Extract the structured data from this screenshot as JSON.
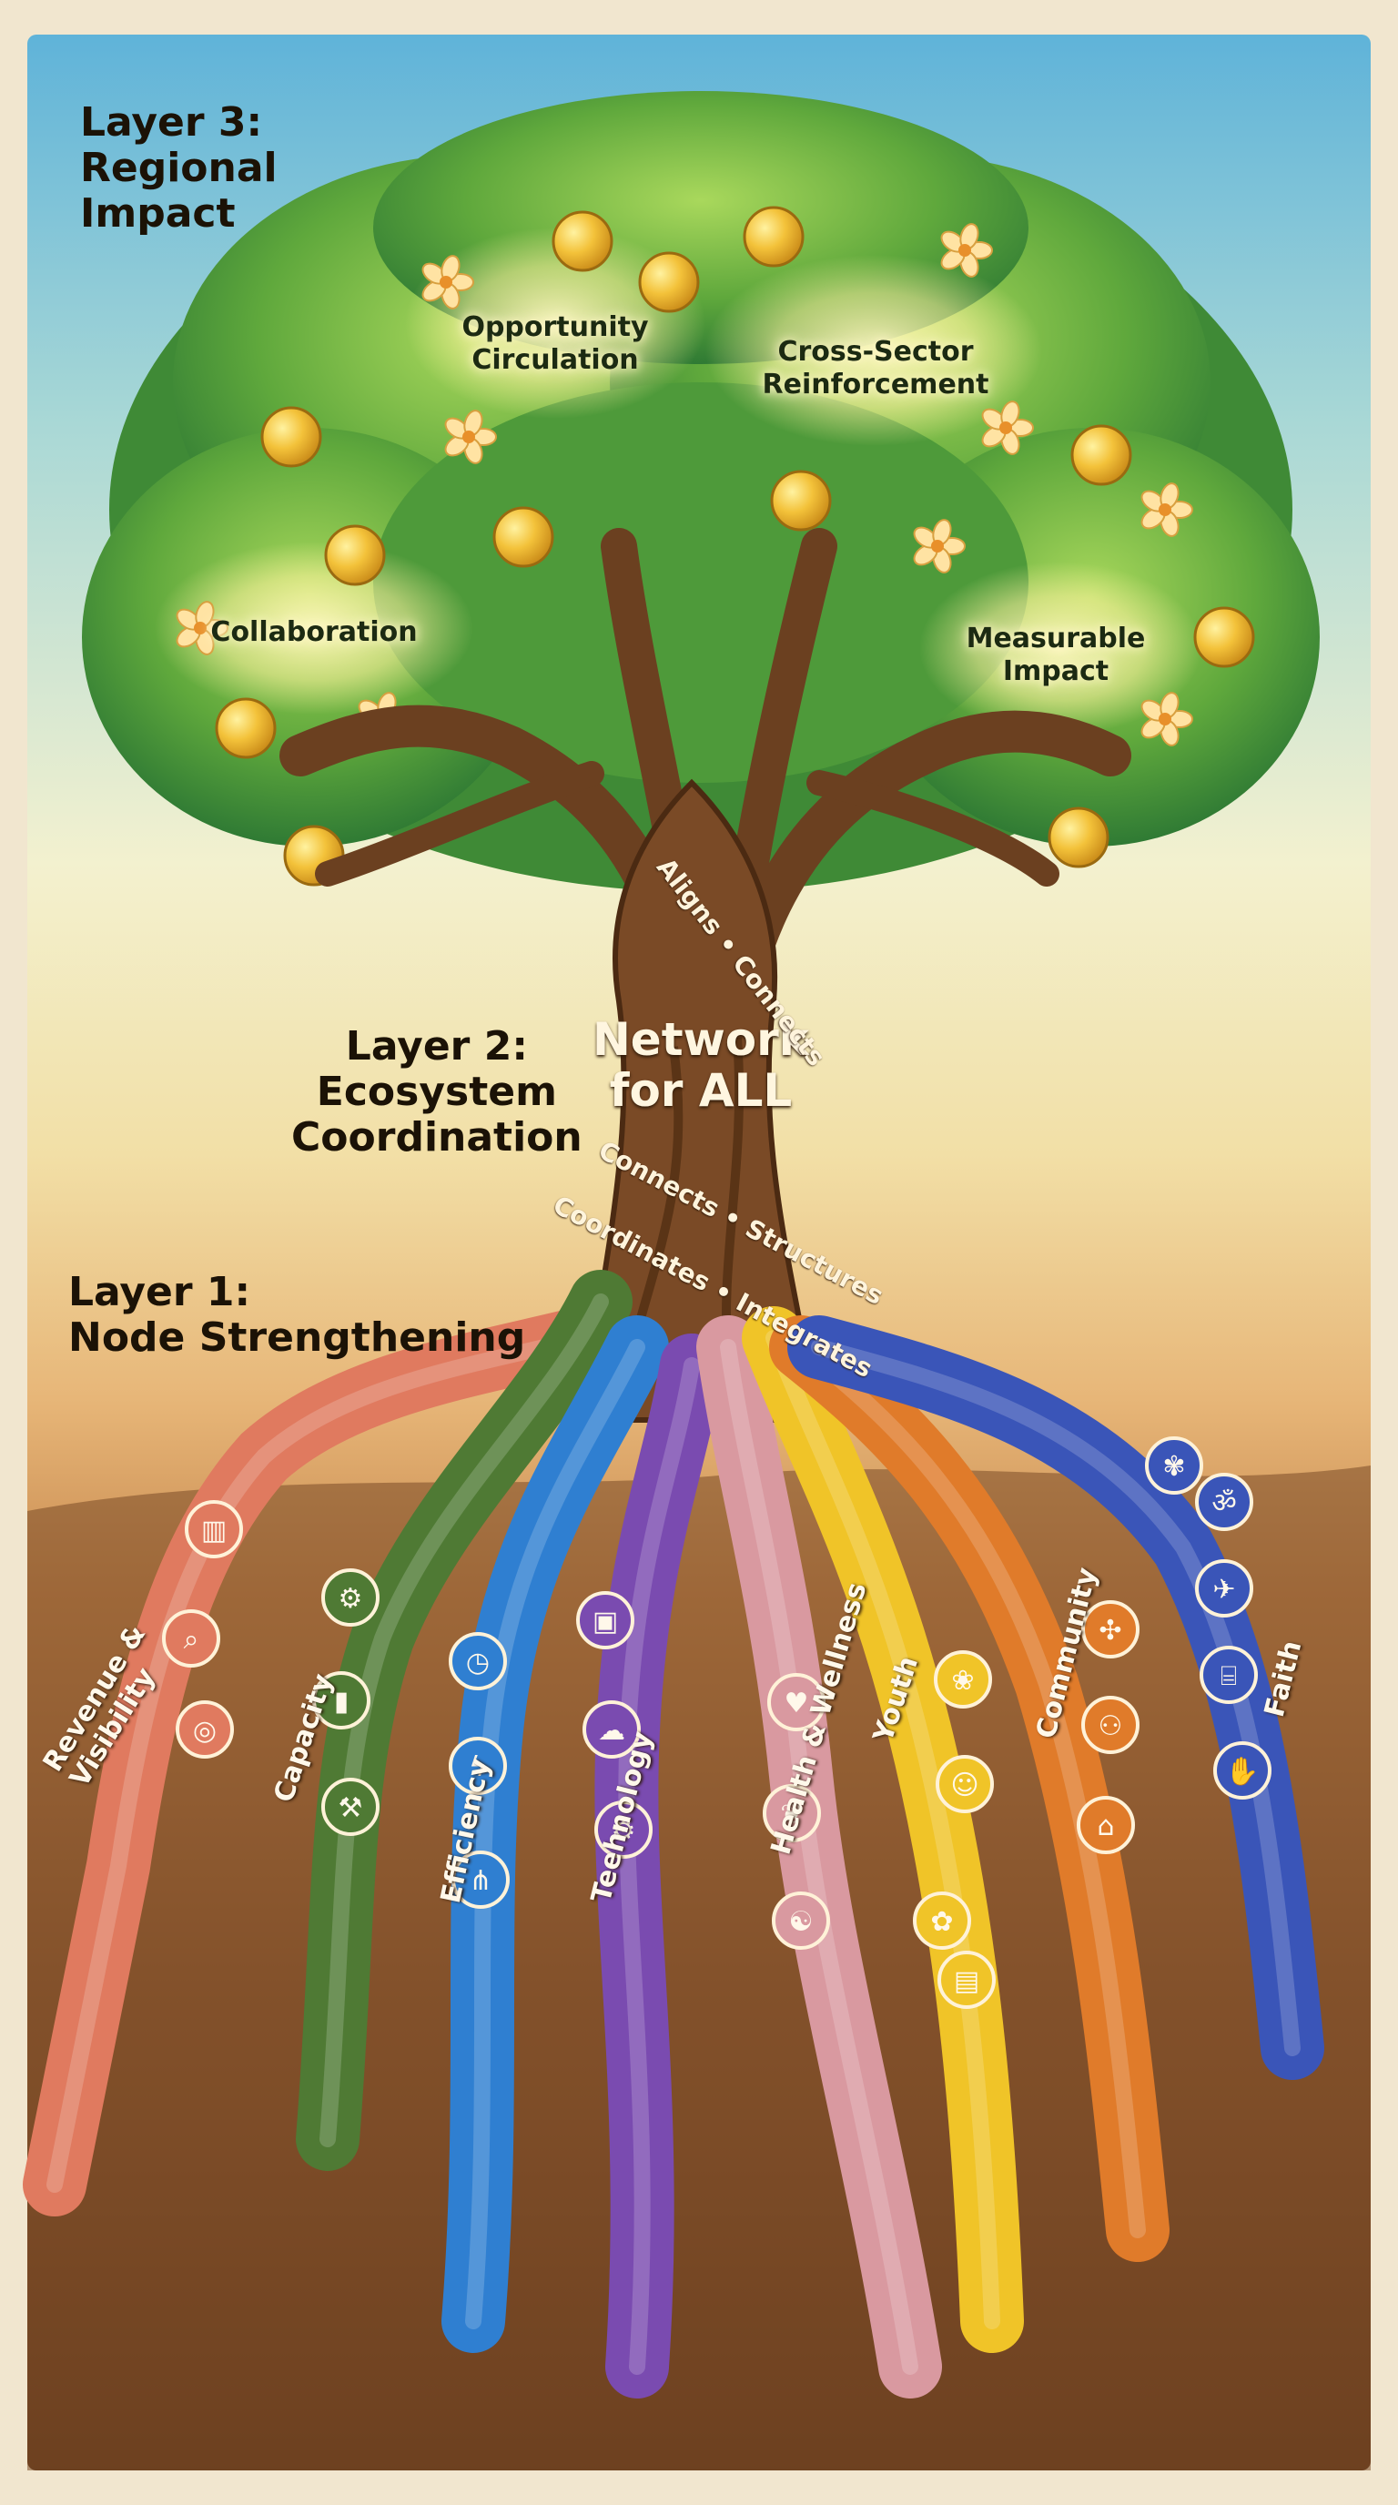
{
  "layers": {
    "layer3": [
      "Layer 3:",
      "Regional",
      "Impact"
    ],
    "layer2": [
      "Layer 2:",
      "Ecosystem",
      "Coordination"
    ],
    "layer1": [
      "Layer 1:",
      "Node Strengthening"
    ]
  },
  "canopy_labels": {
    "opportunity": [
      "Opportunity",
      "Circulation"
    ],
    "cross_sector": [
      "Cross-Sector",
      "Reinforcement"
    ],
    "collaboration": [
      "Collaboration"
    ],
    "measurable": [
      "Measurable",
      "Impact"
    ]
  },
  "trunk": {
    "center": [
      "Network",
      "for ALL"
    ],
    "aligns_connects": "Aligns • Connects",
    "connects_structures": "Connects • Structures",
    "coordinates_integrates": "Coordinates • Integrates"
  },
  "roots": {
    "revenue": [
      "Revenue &",
      "Visibility"
    ],
    "capacity": "Capacity",
    "efficiency": "Efficiency",
    "technology": "Teehnology",
    "health": "Health & Wellness",
    "youth": "Youth",
    "community": "Community",
    "faith": "Faith"
  },
  "root_colors": {
    "revenue": "#e07a5f",
    "capacity": "#4f7a34",
    "efficiency": "#2f7fd1",
    "technology": "#7a4bb0",
    "health": "#d999a0",
    "youth": "#f0c428",
    "community": "#e07b2a",
    "faith": "#3a55b8"
  },
  "icons": {
    "revenue": [
      "chart-icon",
      "magnifier-icon",
      "coins-icon"
    ],
    "capacity": [
      "gear-icon",
      "battery-icon",
      "dumbbell-icon"
    ],
    "efficiency": [
      "stopwatch-icon",
      "lightning-icon",
      "network-icon"
    ],
    "technology": [
      "chip-icon",
      "cloud-icon",
      "robot-arm-icon"
    ],
    "health": [
      "heart-pulse-icon",
      "leaf-icon",
      "meditation-icon"
    ],
    "youth": [
      "sprout-hand-icon",
      "smiley-icon",
      "seedling-icon",
      "book-icon"
    ],
    "community": [
      "handshake-icon",
      "people-icon",
      "house-icon"
    ],
    "faith": [
      "lotus-icon",
      "om-icon",
      "dove-icon",
      "temple-icon",
      "praying-hands-icon"
    ]
  }
}
